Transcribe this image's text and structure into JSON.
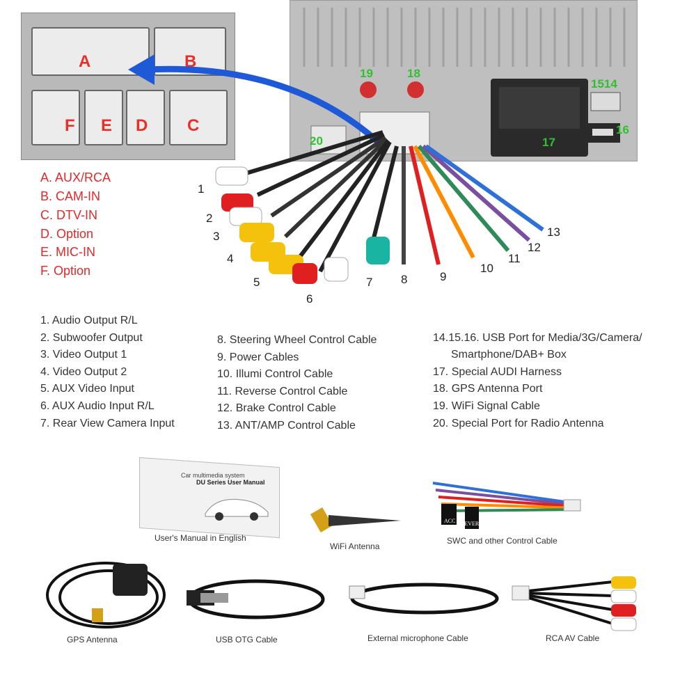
{
  "connector_inset": {
    "labels": [
      "A",
      "B",
      "F",
      "E",
      "D",
      "C"
    ]
  },
  "port_numbers": {
    "p19": "19",
    "p18": "18",
    "p1514": "1514",
    "p16": "16",
    "p17": "17",
    "p20": "20"
  },
  "connector_legend": [
    "A. AUX/RCA",
    "B. CAM-IN",
    "C. DTV-IN",
    "D. Option",
    "E. MIC-IN",
    "F. Option"
  ],
  "cable_numbers": [
    "1",
    "2",
    "3",
    "4",
    "5",
    "6",
    "7",
    "8",
    "9",
    "10",
    "11",
    "12",
    "13"
  ],
  "list_col1": [
    "1. Audio Output R/L",
    "2. Subwoofer Output",
    "3. Video Output 1",
    "4. Video Output 2",
    "5. AUX Video Input",
    "6. AUX Audio Input R/L",
    "7. Rear View Camera Input"
  ],
  "list_col2": [
    "8. Steering Wheel Control Cable",
    "9. Power Cables",
    "10. Illumi Control Cable",
    "11. Reverse Control Cable",
    "12. Brake Control Cable",
    "13. ANT/AMP Control Cable"
  ],
  "list_col3": [
    "14.15.16. USB Port for Media/3G/Camera/",
    "Smartphone/DAB+ Box",
    "17. Special AUDI Harness",
    "18. GPS Antenna Port",
    "19. WiFi Signal Cable",
    "20. Special Port for Radio Antenna"
  ],
  "manual": {
    "line1": "Car multimedia system",
    "line2": "DU Series User Manual"
  },
  "tags": {
    "acc": "ACC",
    "reverse": "REVERSE"
  },
  "accessories": {
    "manual": "User's Manual in English",
    "wifi": "WiFi Antenna",
    "swc": "SWC and other Control Cable",
    "gps": "GPS Antenna",
    "usb": "USB OTG Cable",
    "mic": "External microphone Cable",
    "rca": "RCA AV Cable"
  },
  "colors": {
    "legend_red": "#e2282a",
    "port_green": "#30c030",
    "arrow_blue": "#1e5ad8"
  }
}
